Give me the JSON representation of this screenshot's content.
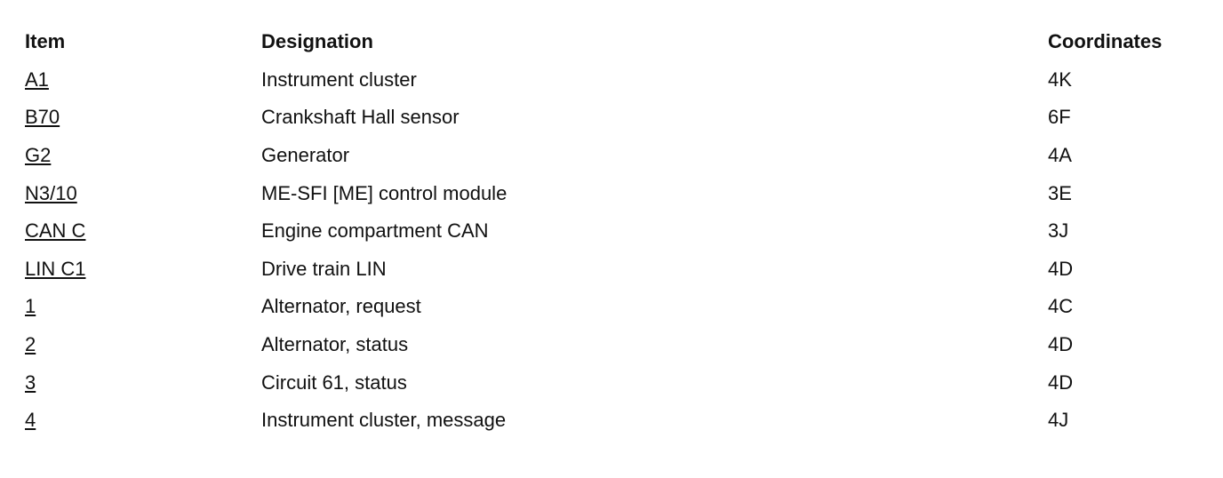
{
  "table": {
    "headers": {
      "item": "Item",
      "designation": "Designation",
      "coordinates": "Coordinates"
    },
    "rows": [
      {
        "item": "A1",
        "designation": "Instrument cluster",
        "coordinates": "4K"
      },
      {
        "item": "B70",
        "designation": "Crankshaft Hall sensor",
        "coordinates": "6F"
      },
      {
        "item": "G2",
        "designation": "Generator",
        "coordinates": "4A"
      },
      {
        "item": "N3/10",
        "designation": "ME-SFI [ME] control module",
        "coordinates": "3E"
      },
      {
        "item": "CAN C",
        "designation": "Engine compartment CAN",
        "coordinates": "3J"
      },
      {
        "item": "LIN C1",
        "designation": "Drive train LIN",
        "coordinates": "4D"
      },
      {
        "item": "1",
        "designation": "Alternator, request",
        "coordinates": "4C"
      },
      {
        "item": "2",
        "designation": "Alternator, status",
        "coordinates": "4D"
      },
      {
        "item": "3",
        "designation": "Circuit 61, status",
        "coordinates": "4D"
      },
      {
        "item": "4",
        "designation": "Instrument cluster, message",
        "coordinates": "4J"
      }
    ]
  }
}
